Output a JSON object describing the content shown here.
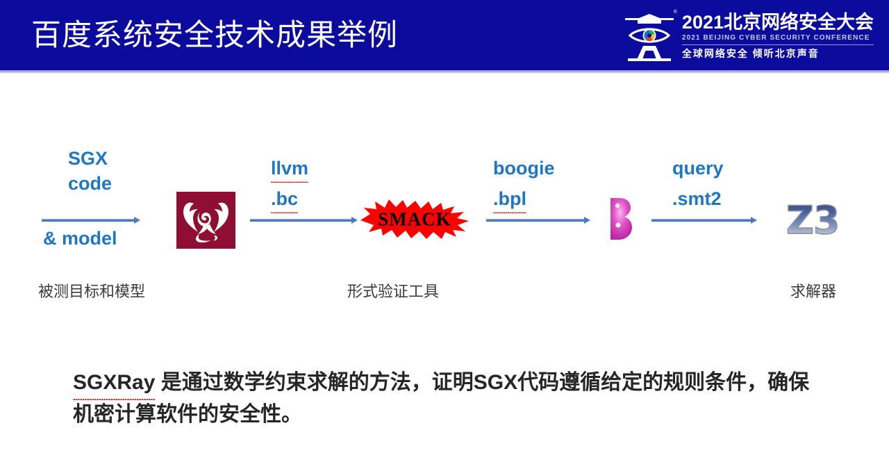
{
  "header": {
    "title": "百度系统安全技术成果举例",
    "bar_color": "#0b0b9e",
    "logo": {
      "mark_name": "beijing-cyber-security-conference-eye-icon",
      "registered_mark": "®",
      "title_cn": "2021北京网络安全大会",
      "title_en": "2021 BEIJING CYBER SECURITY CONFERENCE",
      "tagline_cn": "全球网络安全  倾听北京声音"
    }
  },
  "diagram": {
    "label_color": "#1f77c4",
    "arrow_color": "#4a7ac4",
    "edges": [
      {
        "id": "edge-1",
        "top_line": "SGX",
        "mid_line": "code",
        "bottom_line": "& model",
        "spellcheck_underline": false
      },
      {
        "id": "edge-2",
        "top_line": "llvm",
        "mid_line": ".bc",
        "bottom_line": "",
        "spellcheck_underline": true
      },
      {
        "id": "edge-3",
        "top_line": "boogie",
        "mid_line": ".bpl",
        "bottom_line": "",
        "spellcheck_underline": true
      },
      {
        "id": "edge-4",
        "top_line": "query",
        "mid_line": ".smt2",
        "bottom_line": "",
        "spellcheck_underline": false
      }
    ],
    "nodes": [
      {
        "id": "llvm-node",
        "name": "llvm-dragon-logo",
        "label": "",
        "color": "#8f0e33"
      },
      {
        "id": "smack-node",
        "name": "smack-burst-logo",
        "label": "SMACK",
        "color": "#ff0000"
      },
      {
        "id": "boogie-node",
        "name": "boogie-b-logo",
        "label": "B",
        "color": "#d93fbe"
      },
      {
        "id": "z3-node",
        "name": "z3-logo",
        "label": "Z3",
        "color": "#2f56b0"
      }
    ],
    "captions": [
      {
        "id": "caption-left",
        "text": "被测目标和模型"
      },
      {
        "id": "caption-middle",
        "text": "形式验证工具"
      },
      {
        "id": "caption-right",
        "text": "求解器"
      }
    ]
  },
  "body": {
    "highlight_term": "SGXRay",
    "text_rest": " 是通过数学约束求解的方法，证明SGX代码遵循给定的规则条件，确保机密计算软件的安全性。"
  }
}
